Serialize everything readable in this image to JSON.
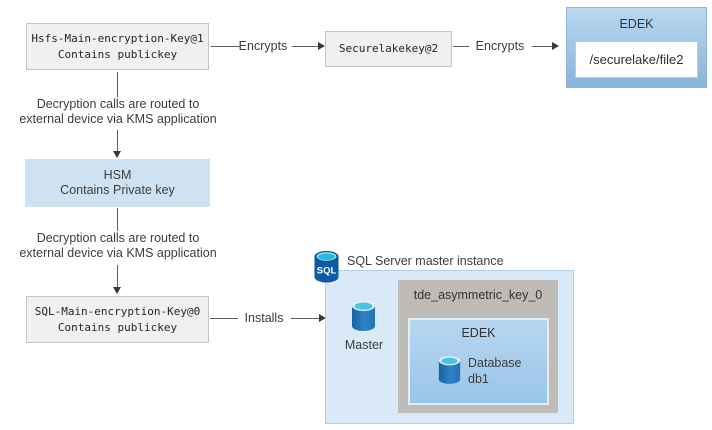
{
  "nodes": {
    "hdfs_key": {
      "label": "Hsfs-Main-encryption-Key@1\nContains publickey"
    },
    "securelake_key": {
      "label": "Securelakekey@2"
    },
    "edek_file": {
      "title": "EDEK",
      "file_path": "/securelake/file2"
    },
    "hsm": {
      "label": "HSM\nContains Private key"
    },
    "sql_key": {
      "label": "SQL-Main-encryption-Key@0\nContains publickey"
    }
  },
  "edges": {
    "encrypts_1": "Encrypts",
    "encrypts_2": "Encrypts",
    "installs": "Installs",
    "note_top": "Decryption calls are routed to\nexternal device via KMS application",
    "note_bottom": "Decryption calls are routed to\nexternal device via KMS application"
  },
  "sql_instance": {
    "icon_text": "SQL",
    "title": "SQL Server master instance",
    "master_label": "Master",
    "tde_key_label": "tde_asymmetric_key_0",
    "edek_title": "EDEK",
    "database_label": "Database\ndb1"
  },
  "colors": {
    "key_box_fill": "#f1f0ef",
    "key_box_border": "#c6c5c4",
    "hsm_fill": "#cee2f2",
    "sql_container_fill": "#d9e9f7",
    "sql_container_border": "#b3d0ea",
    "tde_box_fill": "#bfbcb8",
    "edek_gradient_top": "#b9d8f1",
    "edek_gradient_bottom": "#88b3d9",
    "cylinder_body_blue": "#2278c0",
    "cylinder_top_cyan": "#49c4e3",
    "sql_icon_blue": "#0e5aa7",
    "line_gray": "#5f5f5f",
    "text_dark": "#3d3d3d"
  }
}
